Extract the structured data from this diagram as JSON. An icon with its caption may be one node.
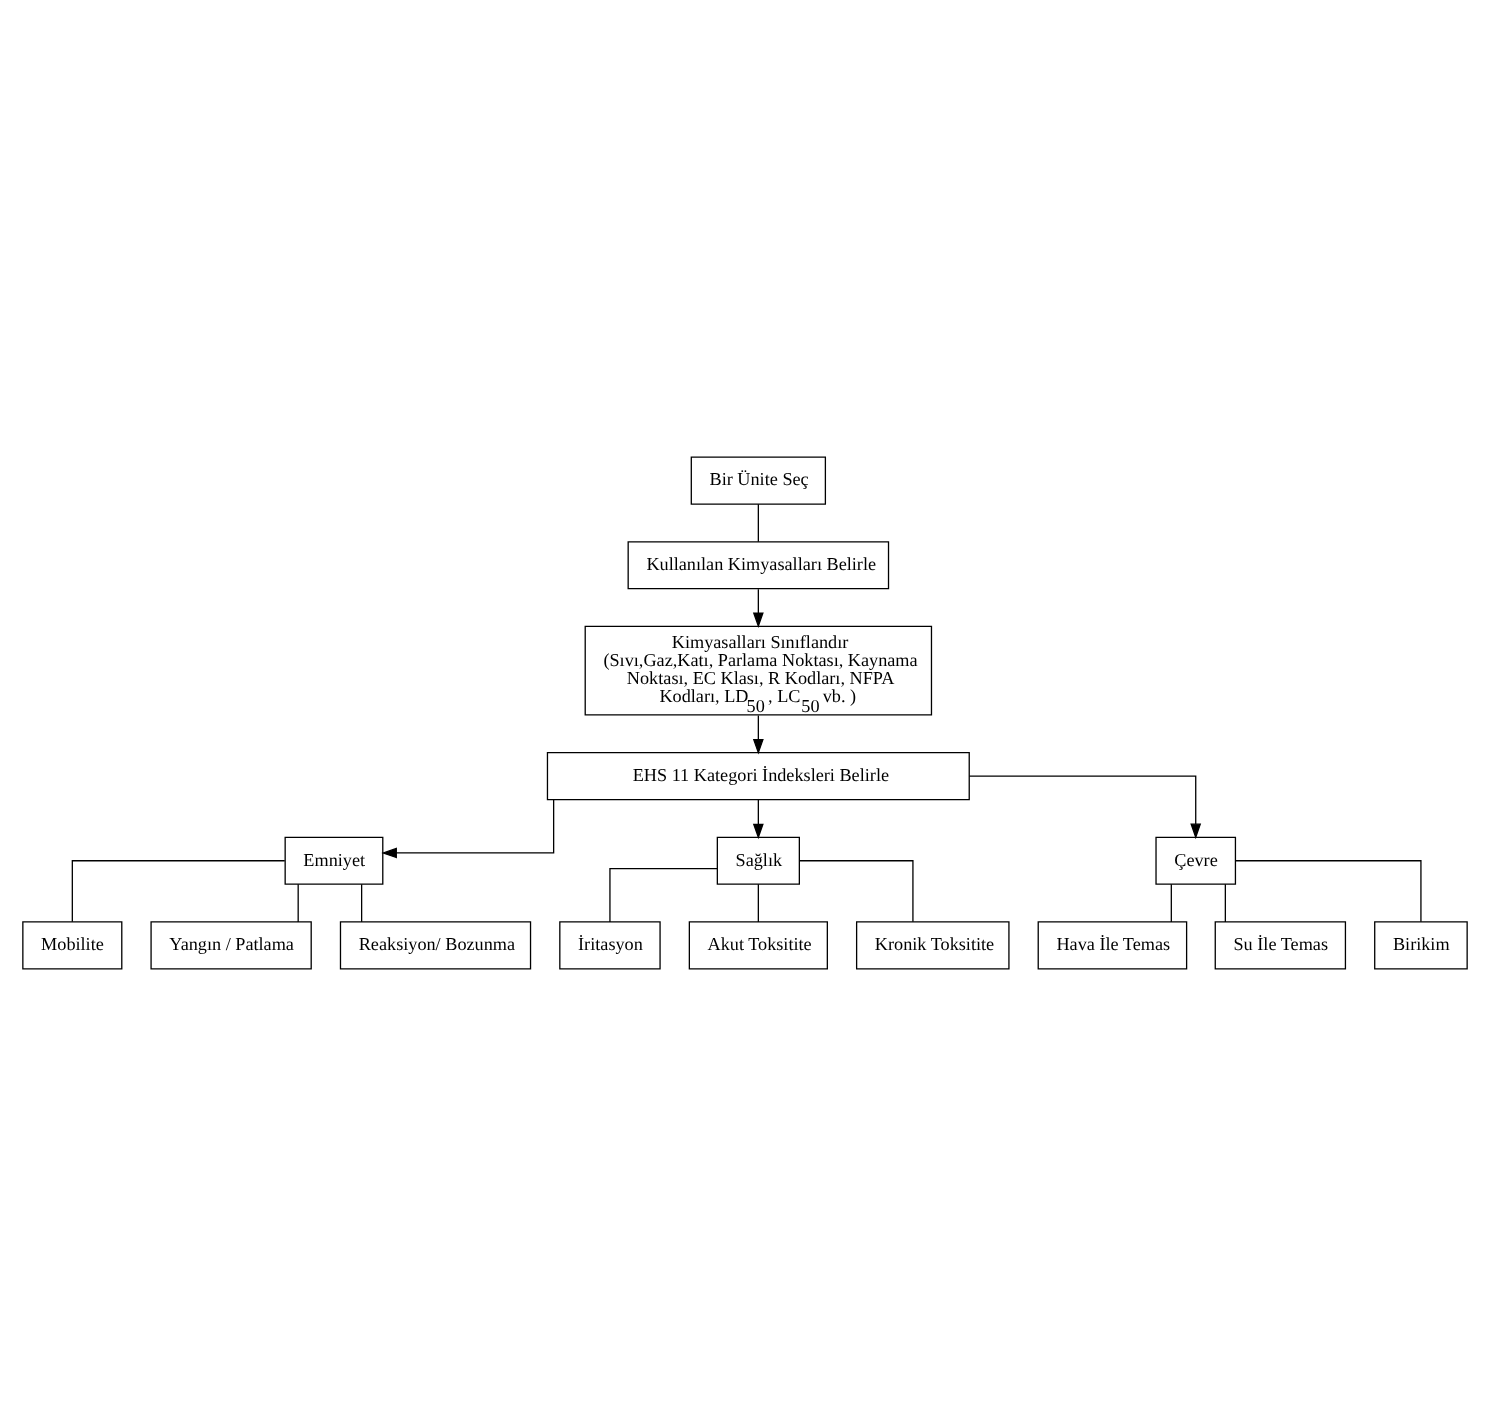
{
  "diagram": {
    "nodes": [
      {
        "text": [
          "Bir Ünite Seç"
        ]
      },
      {
        "text": [
          "Kullanılan Kimyasalları Belirle"
        ]
      },
      {
        "text": [
          "Kimyasalları Sınıflandır",
          "(Sıvı,Gaz,Katı, Parlama Noktası, Kaynama Noktası, EC Klası, R Kodları, NFPA Kodları, LD$_{50}$ , LC$_{50}$ vb. )"
        ]
      },
      {
        "text": [
          "EHS 11 Kategori İndeksleri Belirle"
        ]
      },
      {
        "text": [
          "Emniyet"
        ]
      },
      {
        "text": [
          "Sağlık"
        ]
      },
      {
        "text": [
          "Çevre"
        ]
      },
      {
        "text": [
          "Mobilite"
        ]
      },
      {
        "text": [
          "Yangın / Patlama"
        ]
      },
      {
        "text": [
          "Reaksiyon/ Bozunma"
        ]
      },
      {
        "text": [
          "İritasyon"
        ]
      },
      {
        "text": [
          "Akut Toksitite"
        ]
      },
      {
        "text": [
          "Kronik Toksitite"
        ]
      },
      {
        "text": [
          "Hava İle Temas"
        ]
      },
      {
        "text": [
          "Su İle Temas"
        ]
      },
      {
        "text": [
          "Birikim"
        ]
      }
    ],
    "edges": [
      {
        "from": 0,
        "to": 1,
        "arrow": "none"
      },
      {
        "from": 1,
        "to": 2,
        "arrow": "to"
      },
      {
        "from": 2,
        "to": 3,
        "arrow": "to"
      },
      {
        "from": 3,
        "to": 4,
        "arrow": "to"
      },
      {
        "from": 3,
        "to": 5,
        "arrow": "to"
      },
      {
        "from": 3,
        "to": 6,
        "arrow": "to"
      },
      {
        "from": 4,
        "to": 7,
        "arrow": "none"
      },
      {
        "from": 4,
        "to": 8,
        "arrow": "none"
      },
      {
        "from": 4,
        "to": 9,
        "arrow": "none"
      },
      {
        "from": 5,
        "to": 10,
        "arrow": "none"
      },
      {
        "from": 5,
        "to": 11,
        "arrow": "none"
      },
      {
        "from": 5,
        "to": 12,
        "arrow": "none"
      },
      {
        "from": 6,
        "to": 13,
        "arrow": "none"
      },
      {
        "from": 6,
        "to": 14,
        "arrow": "none"
      },
      {
        "from": 6,
        "to": 15,
        "arrow": "none"
      }
    ]
  }
}
